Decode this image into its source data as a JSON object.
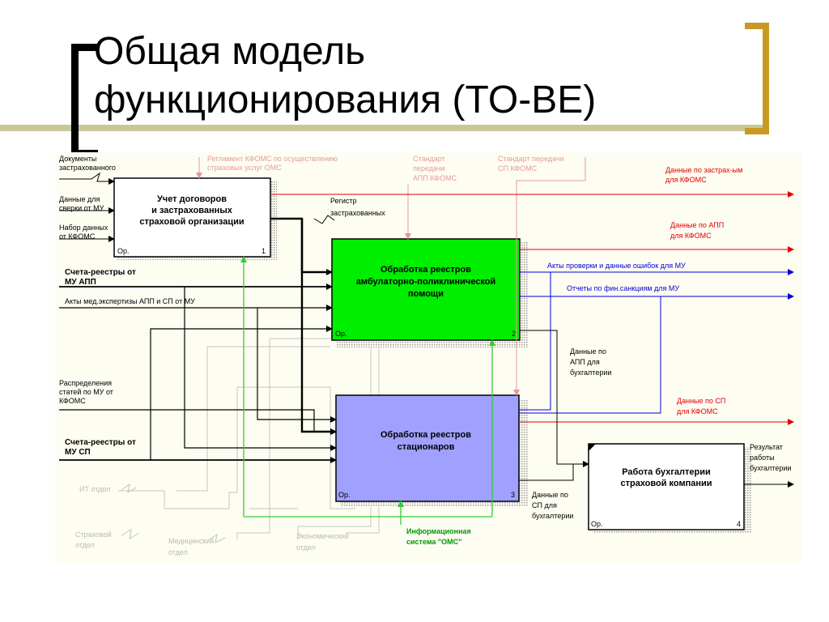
{
  "slide": {
    "title_line1": "Общая модель",
    "title_line2": "функционирования (TO-BE)"
  },
  "colors": {
    "bracket_left": "#000000",
    "bracket_right": "#c89a22",
    "decor_line": "#c9c79a",
    "box1": "#ffffff",
    "box2": "#00ee00",
    "box3": "#a0a0ff",
    "box4": "#ffffff",
    "arrow_red": "#e00000",
    "arrow_blue": "#0000dd",
    "arrow_green": "#33cc33",
    "arrow_pink": "#e39a9a",
    "arrow_gray": "#b9b9b9"
  },
  "boxes": [
    {
      "title": [
        "Учет договоров",
        "и застрахованных",
        "страховой организации"
      ],
      "op": "Ор.",
      "num": "1"
    },
    {
      "title": [
        "Обработка реестров",
        "амбулаторно-поликлинической",
        "помощи"
      ],
      "op": "Ор.",
      "num": "2"
    },
    {
      "title": [
        "Обработка реестров",
        "стационаров"
      ],
      "op": "Ор.",
      "num": "3"
    },
    {
      "title": [
        "Работа бухгалтерии",
        "страховой компании"
      ],
      "op": "Ор.",
      "num": "4"
    }
  ],
  "inputs": {
    "docs": [
      "Документы",
      "застрахованного"
    ],
    "recon": [
      "Данные для",
      "сверки от МУ"
    ],
    "kfoms_set": [
      "Набор данных",
      "от КФОМС"
    ],
    "invoices_app": [
      "Счета-реестры от",
      "МУ АПП"
    ],
    "med_acts": "Акты мед.экспертизы АПП и СП от МУ",
    "distribution": [
      "Распределения",
      "статей по МУ от",
      "КФОМС"
    ],
    "invoices_sp": [
      "Счета-реестры от",
      "МУ СП"
    ]
  },
  "controls": {
    "reglament": [
      "Регламент КФОМС по осуществлению",
      "страховых услуг ОМС"
    ],
    "std_app": [
      "Стандарт",
      "передачи",
      "АПП КФОМС"
    ],
    "std_sp": [
      "Стандарт передачи",
      "СП КФОМС"
    ]
  },
  "outputs": {
    "insured_data": [
      "Данные по застрах-ым",
      "для КФОМС"
    ],
    "app_data": [
      "Данные по АПП",
      "для КФОМС"
    ],
    "check_acts": "Акты проверки и данные ошибок для МУ",
    "sanction_reports": "Отчеты по фин.санкциям для МУ",
    "sp_data": [
      "Данные по СП",
      "для КФОМС"
    ],
    "acc_result": [
      "Результат",
      "работы",
      "бухгалтерии"
    ]
  },
  "internal": {
    "registry": [
      "Регистр",
      "застрахованных"
    ],
    "app_acc": [
      "Данные по",
      "АПП для",
      "бухгалтерии"
    ],
    "sp_acc": [
      "Данные по",
      "СП для",
      "бухгалтерии"
    ]
  },
  "mechanisms": {
    "it_dept": "ИТ отдел",
    "insurance_dept": [
      "Страховой",
      "отдел"
    ],
    "medical_dept": [
      "Медицинский",
      "отдел"
    ],
    "economic_dept": [
      "Экономический",
      "отдел"
    ],
    "info_system": [
      "Информационная",
      "система \"ОМС\""
    ]
  }
}
